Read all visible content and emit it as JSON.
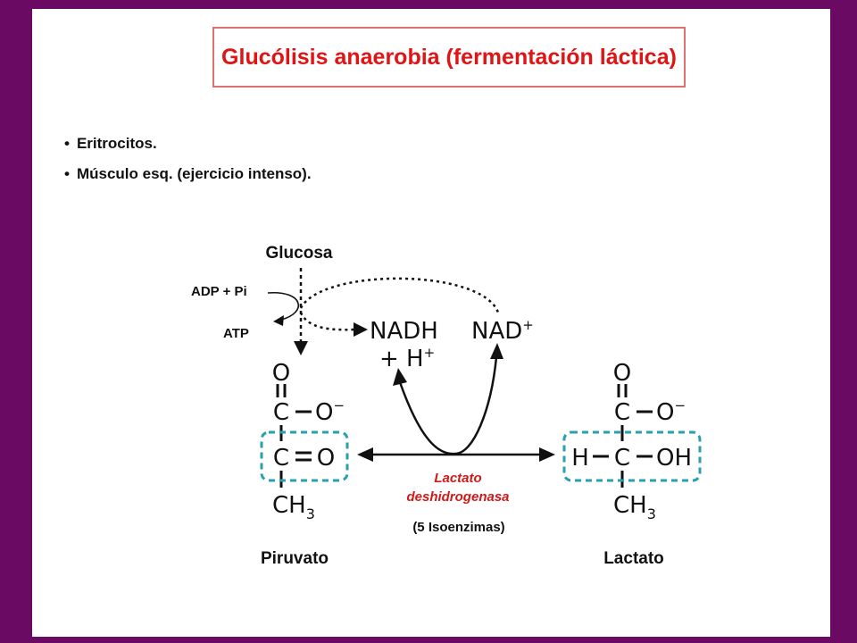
{
  "title": "Glucólisis anaerobia (fermentación láctica)",
  "bullets": [
    "Eritrocitos.",
    "Músculo esq. (ejercicio intenso)."
  ],
  "diagram": {
    "glucosa": "Glucosa",
    "adp_pi": "ADP + Pi",
    "atp": "ATP",
    "nadh": "NADH",
    "h_plus": "+ H",
    "h_plus_sup": "+",
    "nad": "NAD",
    "nad_sup": "+",
    "piruvato": "Piruvato",
    "lactato": "Lactato",
    "enzyme_line1": "Lactato",
    "enzyme_line2": "deshidrogenasa",
    "isoenzimas": "(5 Isoenzimas)",
    "pyruvate_struct": {
      "o_top": "O",
      "c1": "C",
      "o_minus": "O",
      "minus": "−",
      "c2": "C",
      "o_keto": "O",
      "ch3": "CH",
      "ch3_sub": "3"
    },
    "lactate_struct": {
      "o_top": "O",
      "c1": "C",
      "o_minus": "O",
      "minus": "−",
      "h": "H",
      "c2": "C",
      "oh": "OH",
      "ch3": "CH",
      "ch3_sub": "3"
    },
    "colors": {
      "enzyme_text": "#d01a1a",
      "dashed_box": "#2a9fb0",
      "title": "#e01414",
      "background": "#6a0a63"
    }
  }
}
